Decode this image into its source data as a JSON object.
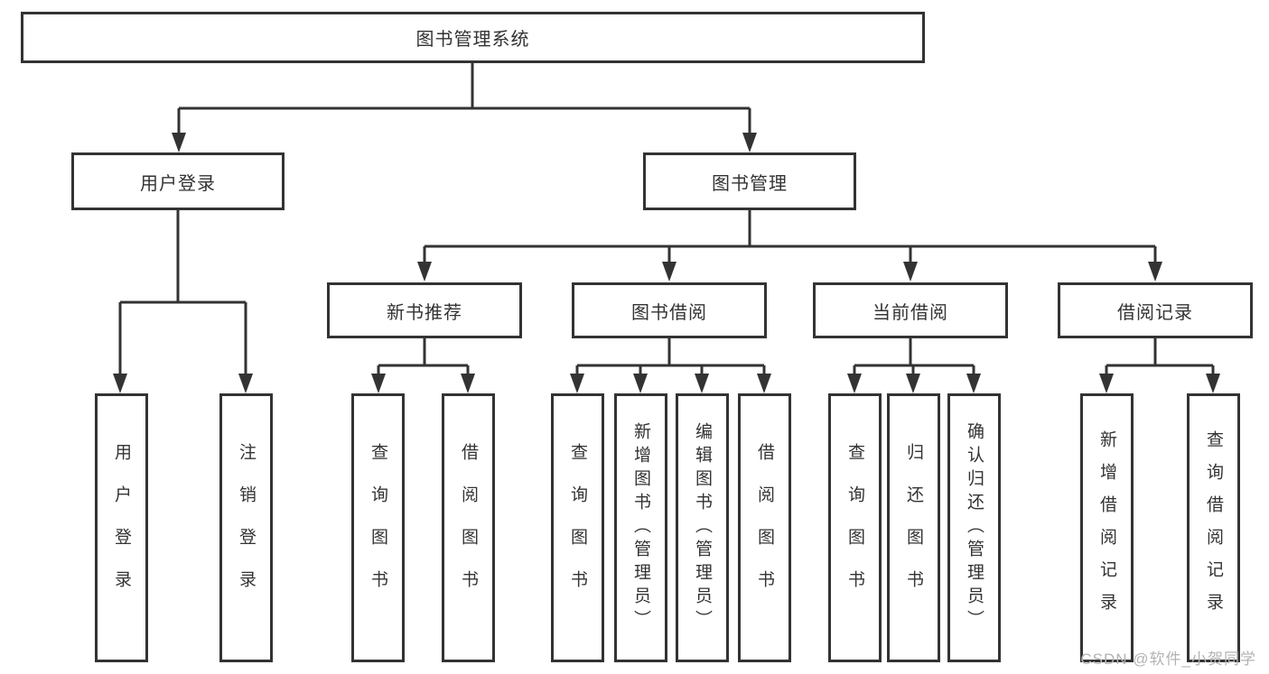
{
  "diagram": {
    "root": {
      "label": "图书管理系统"
    },
    "branches": [
      {
        "label": "用户登录",
        "children": [
          {
            "label": "用户登录"
          },
          {
            "label": "注销登录"
          }
        ]
      },
      {
        "label": "图书管理",
        "children": [
          {
            "label": "新书推荐",
            "children": [
              {
                "label": "查询图书"
              },
              {
                "label": "借阅图书"
              }
            ]
          },
          {
            "label": "图书借阅",
            "children": [
              {
                "label": "查询图书"
              },
              {
                "label": "新增图书（管理员）"
              },
              {
                "label": "编辑图书（管理员）"
              },
              {
                "label": "借阅图书"
              }
            ]
          },
          {
            "label": "当前借阅",
            "children": [
              {
                "label": "查询图书"
              },
              {
                "label": "归还图书"
              },
              {
                "label": "确认归还（管理员）"
              }
            ]
          },
          {
            "label": "借阅记录",
            "children": [
              {
                "label": "新增借阅记录"
              },
              {
                "label": "查询借阅记录"
              }
            ]
          }
        ]
      }
    ],
    "colors": {
      "line": "#333333",
      "box_border": "#333333",
      "text": "#333333",
      "background": "#ffffff",
      "watermark": "#b3b3b3"
    }
  },
  "watermark": {
    "text": "CSDN @软件_小贺同学"
  }
}
